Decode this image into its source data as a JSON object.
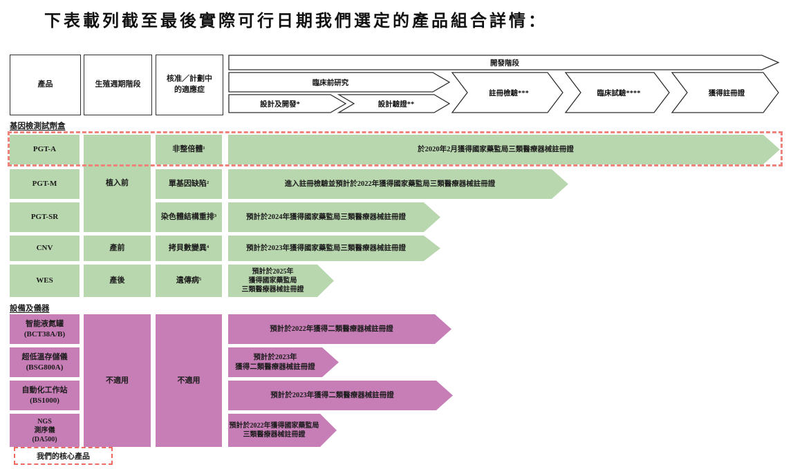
{
  "title": "下表載列截至最後實際可行日期我們選定的產品組合詳情：",
  "header": {
    "product": "產品",
    "cycle": "生殖週期階段",
    "indication": "核准／計劃中\n的適應症",
    "stages": {
      "banner": "開發階段",
      "preclinical": "臨床前研究",
      "design_dev": "設計及開發*",
      "design_verify": "設計驗證**",
      "registration_test": "註冊檢驗***",
      "clinical_trial": "臨床試驗****",
      "certificate": "獲得註冊證"
    }
  },
  "sections": [
    {
      "label": "基因檢測試劑盒",
      "cycle_span": "植入前",
      "rows": [
        {
          "product": "PGT-A",
          "indication": "非整倍體¹",
          "status": "於2020年2月獲得國家藥監局三類醫療器械註冊證",
          "core": true
        },
        {
          "product": "PGT-M",
          "indication": "單基因缺陷²",
          "status": "進入註冊檢驗並預計於2022年獲得國家藥監局三類醫療器械註冊證"
        },
        {
          "product": "PGT-SR",
          "indication": "染色體結構重排³",
          "status": "預計於2024年獲得國家藥監局三類醫療器械註冊證"
        },
        {
          "product": "CNV",
          "cycle": "產前",
          "indication": "拷貝數變異⁴",
          "status": "預計於2023年獲得國家藥監局三類醫療器械註冊證"
        },
        {
          "product": "WES",
          "cycle": "產後",
          "indication": "遺傳病⁵",
          "status": "預計於2025年\n獲得國家藥監局\n三類醫療器械註冊證"
        }
      ]
    },
    {
      "label": "設備及儀器",
      "cycle_na": "不適用",
      "indication_na": "不適用",
      "rows": [
        {
          "product": "智能液氮罐\n(BCT38A/B)",
          "status": "預計於2022年獲得二類醫療器械註冊證"
        },
        {
          "product": "超低溫存儲儀\n(BSG800A)",
          "status": "預計於2023年\n獲得二類醫療器械註冊證"
        },
        {
          "product": "自動化工作站\n(BS1000)",
          "status": "預計於2023年獲得二類醫療器械註冊證"
        },
        {
          "product": "NGS\n測序儀\n(DA500)",
          "status": "預計於2022年獲得國家藥監局\n三類醫療器械註冊證"
        }
      ]
    }
  ],
  "legend": "我們的核心產品",
  "colors": {
    "kit_green": "#b9d7ae",
    "device_pink": "#c77db6",
    "core_dashed_red": "#ef837b"
  }
}
